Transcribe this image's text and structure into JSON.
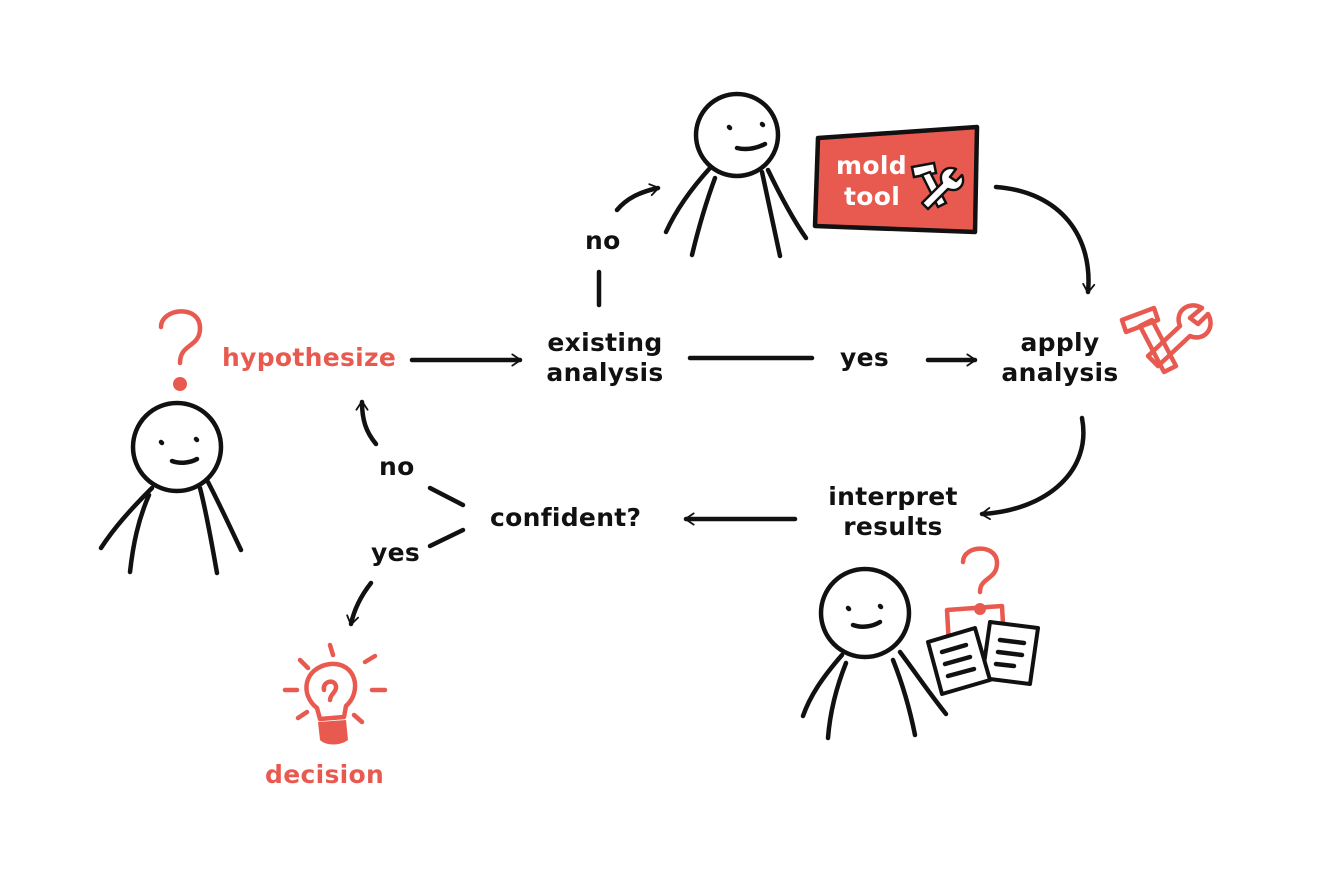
{
  "nodes": {
    "hypothesize": "hypothesize",
    "existing_analysis_line1": "existing",
    "existing_analysis_line2": "analysis",
    "apply_analysis_line1": "apply",
    "apply_analysis_line2": "analysis",
    "interpret_results_line1": "interpret",
    "interpret_results_line2": "results",
    "confident": "confident?",
    "decision": "decision",
    "mold_tool_line1": "mold",
    "mold_tool_line2": "tool"
  },
  "edges": {
    "existing_no": "no",
    "existing_yes": "yes",
    "confident_no": "no",
    "confident_yes": "yes"
  },
  "colors": {
    "accent": "#e85a50",
    "ink": "#111111",
    "background": "#ffffff"
  },
  "icons": [
    "stick-figure-icon",
    "question-mark-icon",
    "tools-icon",
    "lightbulb-icon",
    "documents-icon"
  ]
}
